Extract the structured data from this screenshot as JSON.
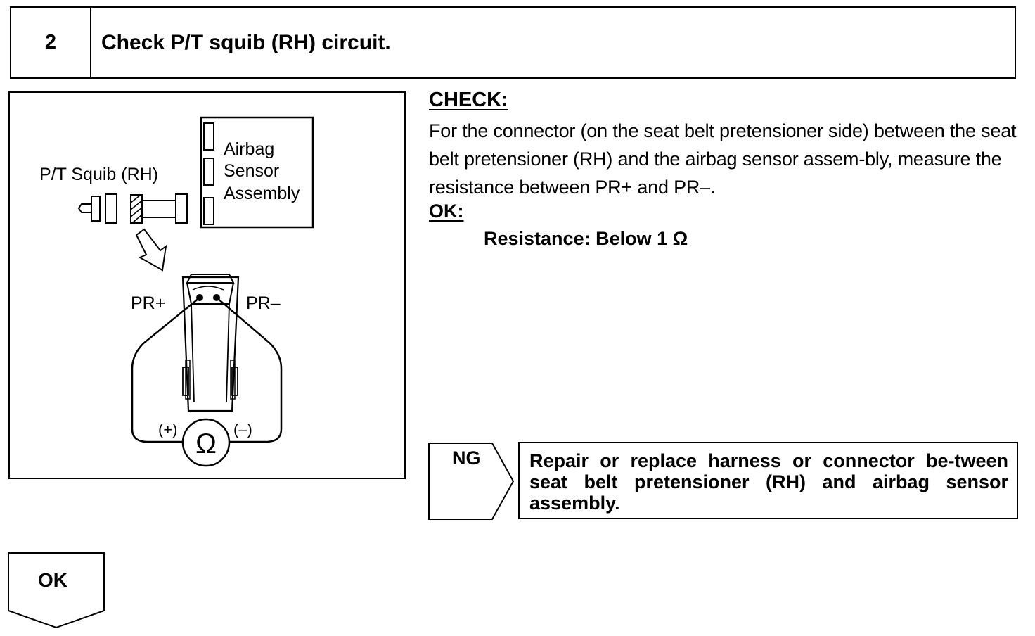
{
  "step": {
    "number": "2",
    "title": "Check P/T squib (RH) circuit."
  },
  "figure": {
    "squib_label": "P/T Squib (RH)",
    "sensor_label_1": "Airbag",
    "sensor_label_2": "Sensor",
    "sensor_label_3": "Assembly",
    "pr_plus": "PR+",
    "pr_minus": "PR–",
    "plus_sign": "(+)",
    "minus_sign": "(–)",
    "ohm_symbol": "Ω"
  },
  "check": {
    "heading": "CHECK:",
    "text": "For the connector (on the seat belt pretensioner side) between the seat belt pretensioner (RH) and the airbag sensor assem-bly, measure the resistance between PR+ and PR–."
  },
  "ok_spec": {
    "heading": "OK:",
    "text": "Resistance: Below 1 Ω"
  },
  "ng": {
    "label": "NG",
    "action": "Repair or replace harness or connector be-tween seat belt pretensioner (RH) and airbag sensor assembly."
  },
  "ok_branch": {
    "label": "OK"
  }
}
